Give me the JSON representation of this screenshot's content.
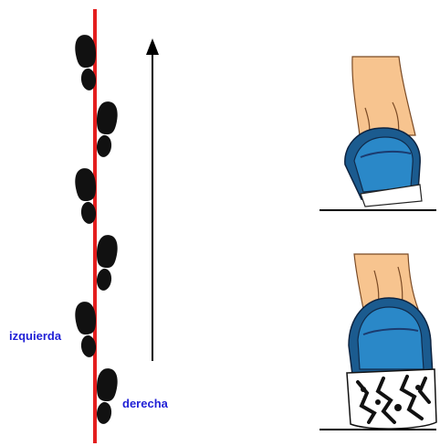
{
  "labels": {
    "left": "izquierda",
    "right": "derecha"
  },
  "colors": {
    "center_line": "#e41e1e",
    "footprint": "#111111",
    "arrow": "#000000",
    "label_text": "#1f1fd6",
    "skin": "#f7c48f",
    "shoe_blue": "#2a88c8",
    "shoe_dark_blue": "#1b5b8f",
    "sole_white": "#ffffff"
  },
  "icons": {
    "footprint": "footprint-icon",
    "arrow": "arrow-up-icon",
    "foot_neutral": "foot-neutral-icon",
    "foot_pronated": "foot-pronated-icon"
  },
  "footprints": [
    {
      "side": "left",
      "label": "izquierda"
    },
    {
      "side": "right",
      "label": "derecha"
    },
    {
      "side": "left",
      "label": "izquierda"
    },
    {
      "side": "right",
      "label": "derecha"
    },
    {
      "side": "left",
      "label": "izquierda"
    },
    {
      "side": "right",
      "label": "derecha"
    }
  ]
}
